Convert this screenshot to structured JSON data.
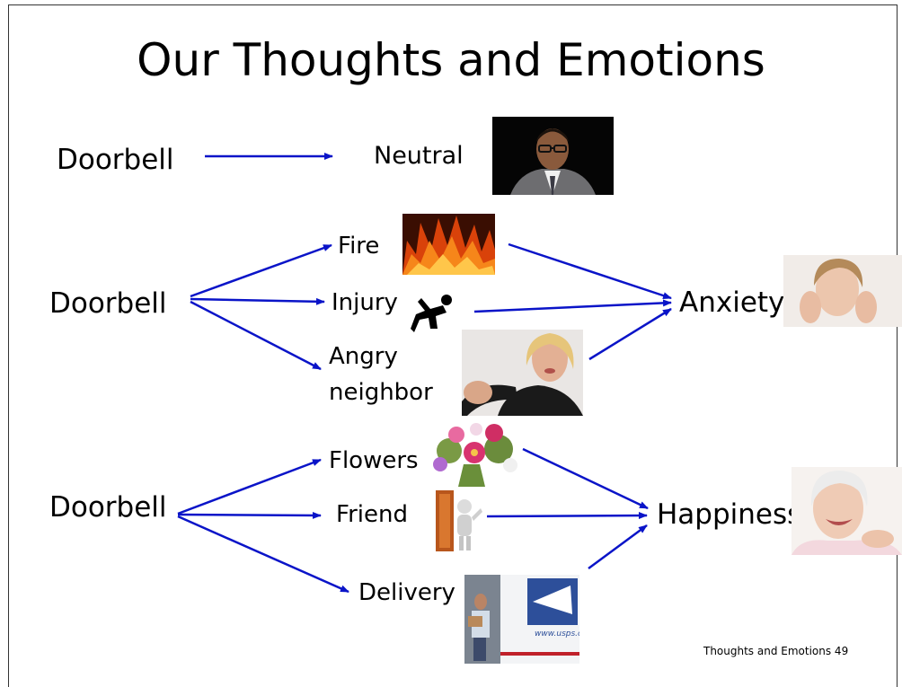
{
  "title": "Our Thoughts and Emotions",
  "scenarios": [
    {
      "trigger": "Doorbell",
      "thoughts": [
        "Neutral"
      ]
    },
    {
      "trigger": "Doorbell",
      "thoughts": [
        "Fire",
        "Injury",
        "Angry",
        "neighbor"
      ],
      "emotion": "Anxiety"
    },
    {
      "trigger": "Doorbell",
      "thoughts": [
        "Flowers",
        "Friend",
        "Delivery"
      ],
      "emotion": "Happiness"
    }
  ],
  "usps_url": "www.usps.com",
  "footer": "Thoughts and Emotions 49",
  "colors": {
    "arrow": "#0a14c8",
    "text": "#000000"
  }
}
